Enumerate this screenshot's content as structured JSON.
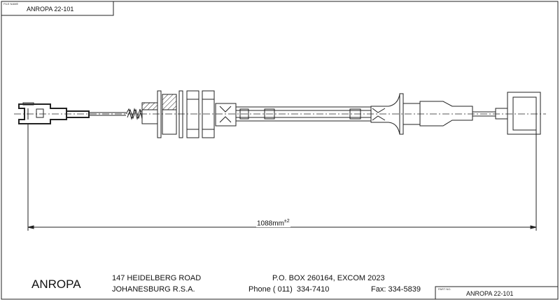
{
  "title_block": {
    "file_name_label": "FILE NAME",
    "file_name": "ANROPA 22-101",
    "part_no_label": "PART NO.",
    "part_no": "ANROPA 22-101"
  },
  "dimension": {
    "value": "1088",
    "unit": "mm",
    "tolerance": "±2"
  },
  "footer": {
    "company": "ANROPA",
    "address_line1": "147 HEIDELBERG ROAD",
    "address_line2": "JOHANESBURG R.S.A.",
    "po_box": "P.O. BOX 260164, EXCOM 2023",
    "phone_label": "Phone",
    "phone": "( 011)  334-7410",
    "fax": "Fax: 334-5839"
  }
}
